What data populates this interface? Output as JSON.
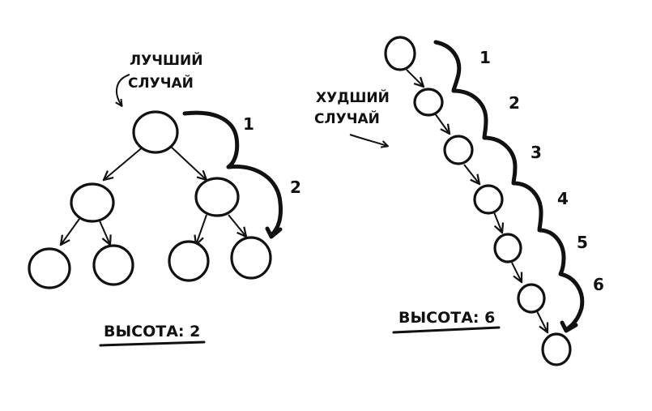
{
  "best_case": {
    "label_line1": "ЛУЧШИЙ",
    "label_line2": "СЛУЧАЙ",
    "height_text": "ВЫСОТА: 2",
    "level_numbers": [
      "1",
      "2"
    ]
  },
  "worst_case": {
    "label_line1": "ХУДШИЙ",
    "label_line2": "СЛУЧАЙ",
    "height_text": "ВЫСОТА: 6",
    "level_numbers": [
      "1",
      "2",
      "3",
      "4",
      "5",
      "6"
    ]
  },
  "colors": {
    "ink": "#111111",
    "background": "#ffffff"
  }
}
